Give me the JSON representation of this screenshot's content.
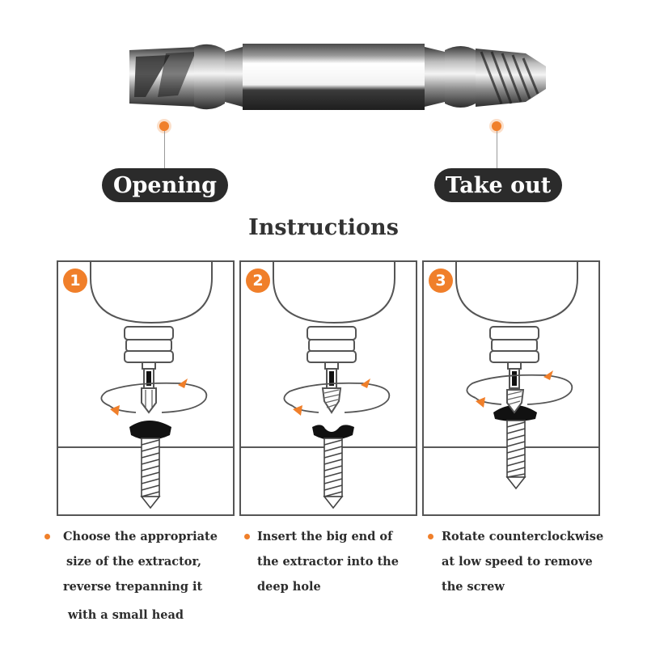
{
  "callouts": {
    "left_label": "Opening",
    "right_label": "Take out"
  },
  "title": "Instructions",
  "steps": [
    {
      "number": "1",
      "lines": [
        "Choose the appropriate",
        "size of the extractor,",
        "reverse trepanning it",
        "with a small head"
      ]
    },
    {
      "number": "2",
      "lines": [
        "Insert the big end of",
        "the extractor into the",
        "deep hole"
      ]
    },
    {
      "number": "3",
      "lines": [
        "Rotate counterclockwise",
        "at low speed to remove",
        "the screw"
      ]
    }
  ],
  "colors": {
    "accent": "#f07f2a",
    "pill_bg": "#2b2b2b",
    "outline": "#555555"
  },
  "icons": [
    "screw-extractor-bit",
    "drill-chuck",
    "rotation-arrow",
    "screw"
  ]
}
